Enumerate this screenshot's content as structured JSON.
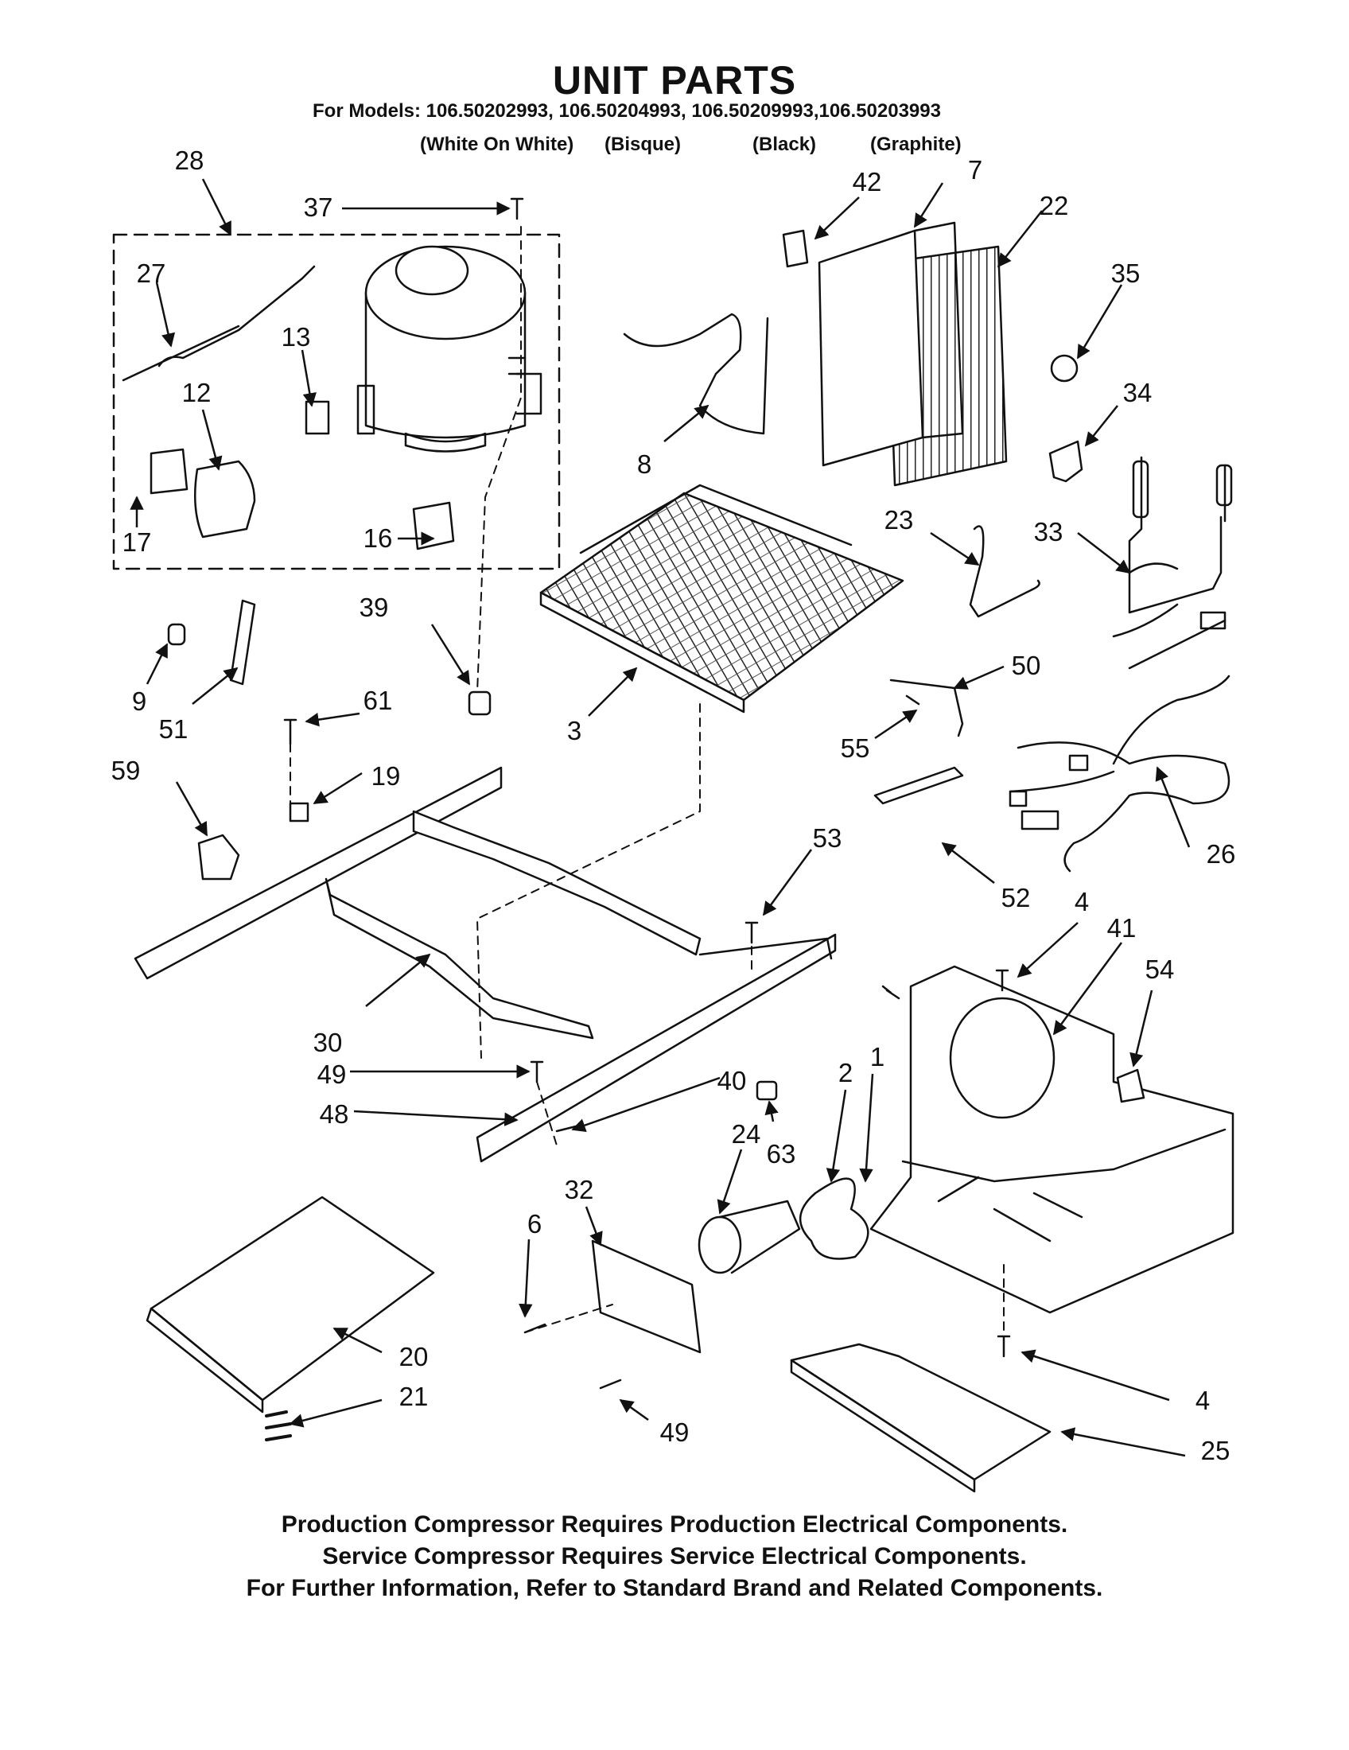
{
  "title": "UNIT PARTS",
  "models_line": "For Models: 106.50202993, 106.50204993, 106.50209993,106.50203993",
  "colors": [
    "(White On White)",
    "(Bisque)",
    "(Black)",
    "(Graphite)"
  ],
  "part_callouts": [
    "28",
    "37",
    "27",
    "13",
    "12",
    "17",
    "16",
    "42",
    "7",
    "22",
    "35",
    "34",
    "8",
    "23",
    "33",
    "39",
    "9",
    "51",
    "61",
    "3",
    "50",
    "55",
    "59",
    "19",
    "26",
    "53",
    "52",
    "4",
    "41",
    "54",
    "30",
    "49",
    "40",
    "2",
    "1",
    "48",
    "24",
    "63",
    "32",
    "6",
    "20",
    "21",
    "49",
    "4",
    "25"
  ],
  "footer": [
    "Production Compressor Requires Production Electrical Components.",
    "Service Compressor Requires Service Electrical Components.",
    "For Further Information, Refer to Standard Brand and Related Components."
  ]
}
